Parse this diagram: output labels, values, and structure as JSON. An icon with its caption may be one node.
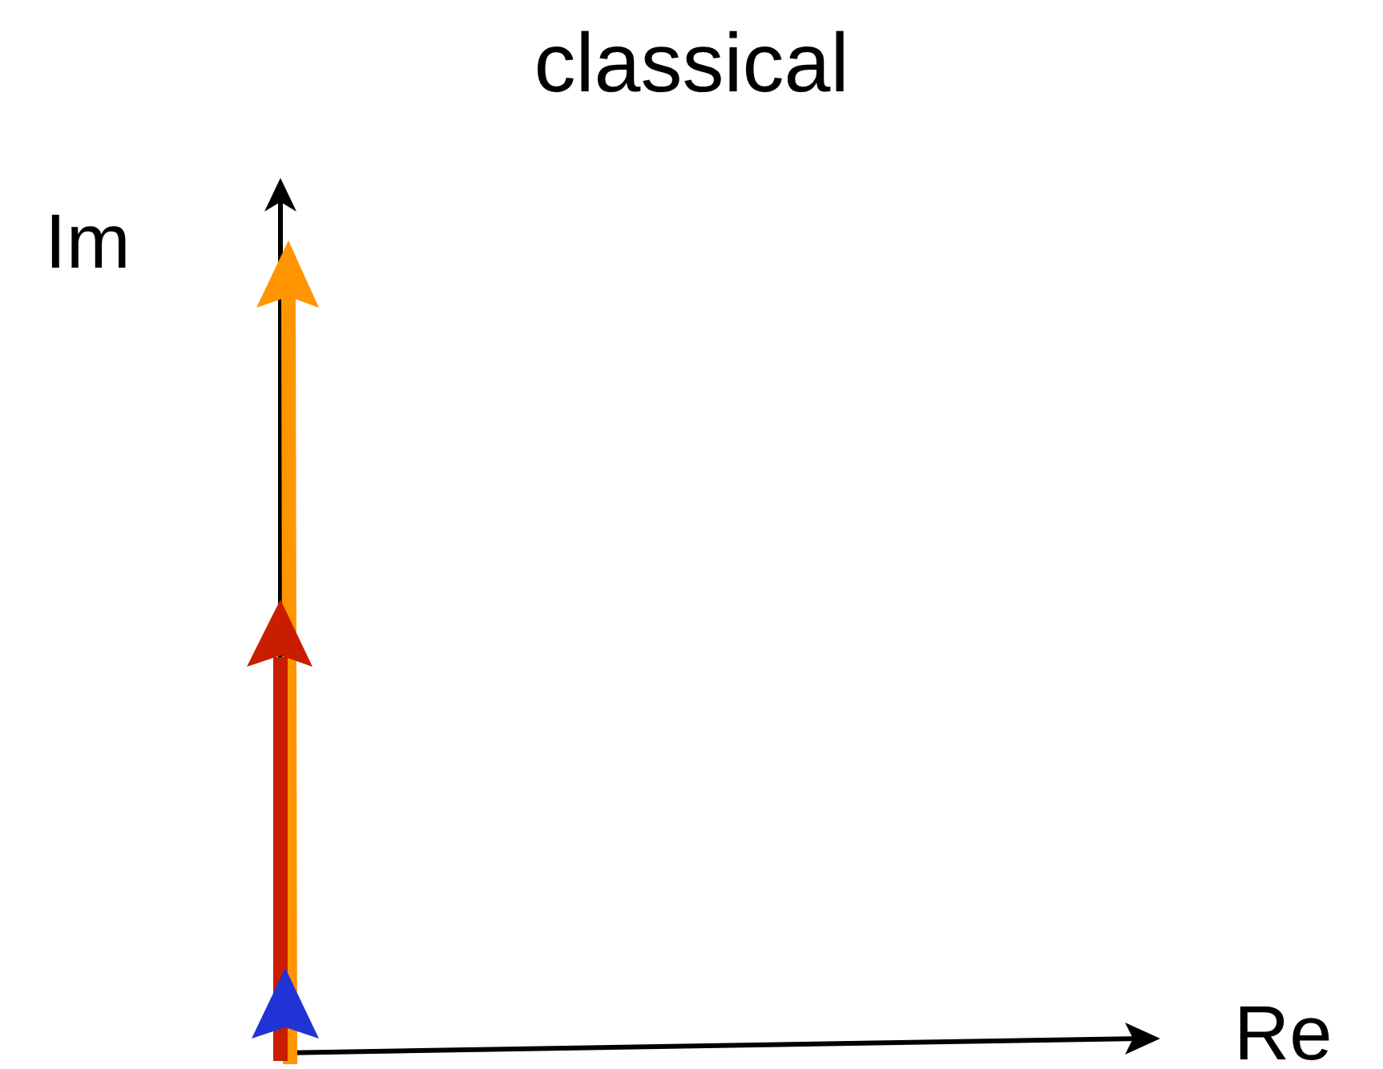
{
  "diagram": {
    "title": "classical",
    "labels": [
      "Im",
      "Re"
    ]
  }
}
